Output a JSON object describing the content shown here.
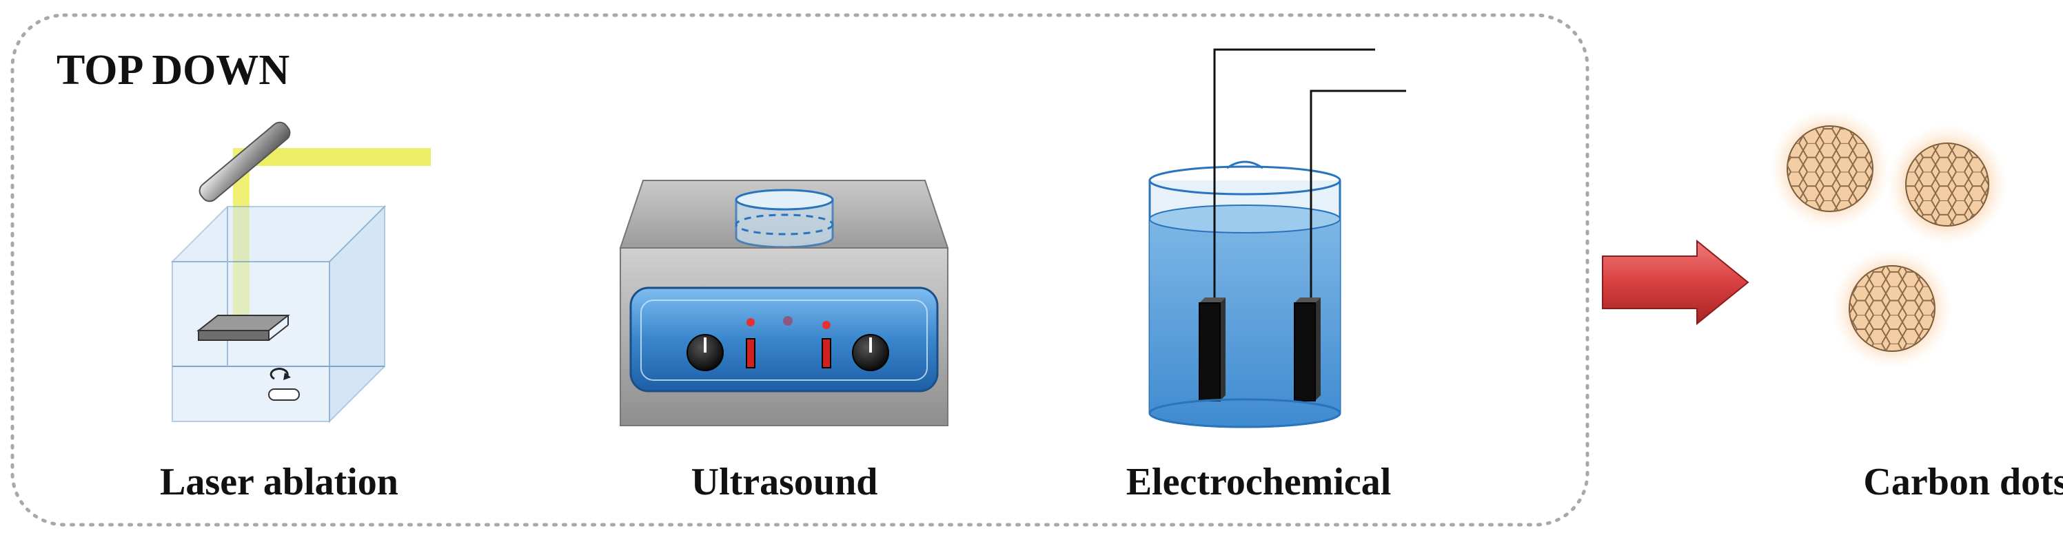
{
  "section_title": "TOP DOWN",
  "methods": [
    {
      "label": "Laser ablation",
      "icon": "laser-ablation-icon"
    },
    {
      "label": "Ultrasound",
      "icon": "ultrasound-bath-icon"
    },
    {
      "label": "Electrochemical",
      "icon": "electrochemical-cell-icon"
    }
  ],
  "result": {
    "label": "Carbon dots",
    "icon": "carbon-dots-icon"
  },
  "colors": {
    "frame": "#a8a8a8",
    "laser_beam": "#eeee66",
    "arrow": "#d94040",
    "water": "#5aa0d8",
    "ultrasound_panel": "#3a86cc",
    "dot_glow": "#f6b77a"
  }
}
